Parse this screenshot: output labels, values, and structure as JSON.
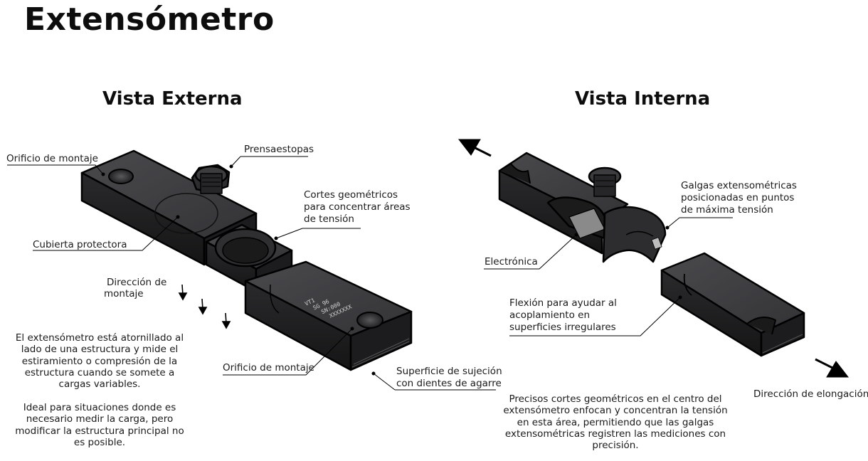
{
  "title": "Extensómetro",
  "views": {
    "external": {
      "title": "Vista Externa",
      "labels": {
        "mount_hole_top": "Orificio de montaje",
        "cable_gland": "Prensaestopas",
        "cuts_1": "Cortes geométricos",
        "cuts_2": "para concentrar áreas",
        "cuts_3": "de tensión",
        "cover": "Cubierta protectora",
        "mount_dir_1": "Dirección de",
        "mount_dir_2": "montaje",
        "mount_hole_bottom": "Orificio de montaje",
        "grip_1": "Superficie de sujeción",
        "grip_2": "con dientes de agarre"
      },
      "engraving": [
        "VT1",
        "SG 96",
        "SN:000",
        "XXXXXXX"
      ],
      "description": [
        "El extensómetro está atornillado al",
        "lado de una estructura y mide el",
        "estiramiento o compresión de la",
        "estructura cuando se somete a",
        "cargas variables."
      ],
      "note": [
        "Ideal para situaciones donde es",
        "necesario medir la carga, pero",
        "modificar la estructura principal no",
        "es posible."
      ]
    },
    "internal": {
      "title": "Vista Interna",
      "labels": {
        "gauges_1": "Galgas extensométricas",
        "gauges_2": "posicionadas en puntos",
        "gauges_3": "de máxima tensión",
        "electronics": "Electrónica",
        "flex_1": "Flexión para ayudar al",
        "flex_2": "acoplamiento en",
        "flex_3": "superficies irregulares",
        "elongation": "Dirección de elongación"
      },
      "description": [
        "Precisos cortes geométricos en el centro del",
        "extensómetro enfocan y concentran la tensión",
        "en esta área, permitiendo que las galgas",
        "extensométricas registren las mediciones con",
        "precisión."
      ]
    }
  },
  "colors": {
    "body_dark": "#2b2b2d",
    "body_top": "#3a3a3c",
    "body_side": "#1f1f21",
    "outline": "#000000",
    "text": "#1a1a1a"
  }
}
